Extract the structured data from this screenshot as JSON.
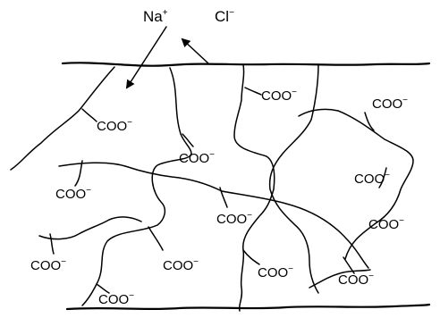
{
  "ions": {
    "sodium": "Na",
    "sodium_charge": "+",
    "chloride": "Cl",
    "chloride_charge": "−"
  },
  "groups": [
    {
      "text": "COO",
      "charge": "−"
    },
    {
      "text": "COO",
      "charge": "−"
    },
    {
      "text": "COO",
      "charge": "−"
    },
    {
      "text": "COO",
      "charge": "−"
    },
    {
      "text": "COO",
      "charge": "−"
    },
    {
      "text": "COO",
      "charge": "−"
    },
    {
      "text": "COO",
      "charge": "−"
    },
    {
      "text": "COO",
      "charge": "−"
    },
    {
      "text": "COO",
      "charge": "−"
    },
    {
      "text": "COO",
      "charge": "−"
    },
    {
      "text": "COO",
      "charge": "−"
    },
    {
      "text": "COO",
      "charge": "−"
    },
    {
      "text": "COO",
      "charge": "−"
    }
  ],
  "colors": {
    "line": "#000000",
    "background": "#ffffff"
  }
}
